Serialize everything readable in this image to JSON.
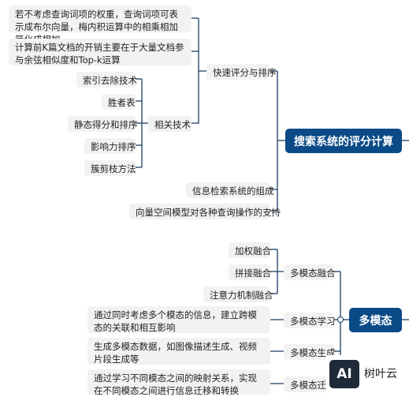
{
  "diagram": {
    "top": {
      "main": "搜索系统的评分计算",
      "branch_fast": "快速评分与排序",
      "fast_notes": [
        "若不考虑查询词项的权重，查询词项可表示成布尔向量，梅内积运算中的相乘相加简化成相加",
        "计算前K篇文档的开销主要在于大量文档参与余弦相似度和Top-k运算"
      ],
      "branch_related": "相关技术",
      "related_items": [
        "索引去除技术",
        "胜者表",
        "静态得分和排序",
        "影响力排序",
        "簇剪枝方法"
      ],
      "branch_ir": "信息检索系统的组成",
      "branch_vsm": "向量空间模型对各种查询操作的支持"
    },
    "bottom": {
      "main": "多模态",
      "branch_fusion": "多模态融合",
      "fusion_items": [
        "加权融合",
        "拼接融合",
        "注意力机制融合"
      ],
      "branch_learning": "多模态学习",
      "learning_note": "通过同时考虑多个模态的信息，建立跨模态的关联和相互影响",
      "branch_gen": "多模态生成",
      "gen_note": "生成多模态数据，如图像描述生成、视频片段生成等",
      "branch_transfer": "多模态迁移",
      "transfer_note": "通过学习不同模态之间的映射关系，实现在不同模态之间进行信息迁移和转换"
    }
  },
  "watermark": {
    "logo": "AI",
    "text": "树叶云"
  },
  "colors": {
    "line": "#1c3f63",
    "node_bg": "#f2f2f2",
    "main_bg": "#0a4a86"
  }
}
